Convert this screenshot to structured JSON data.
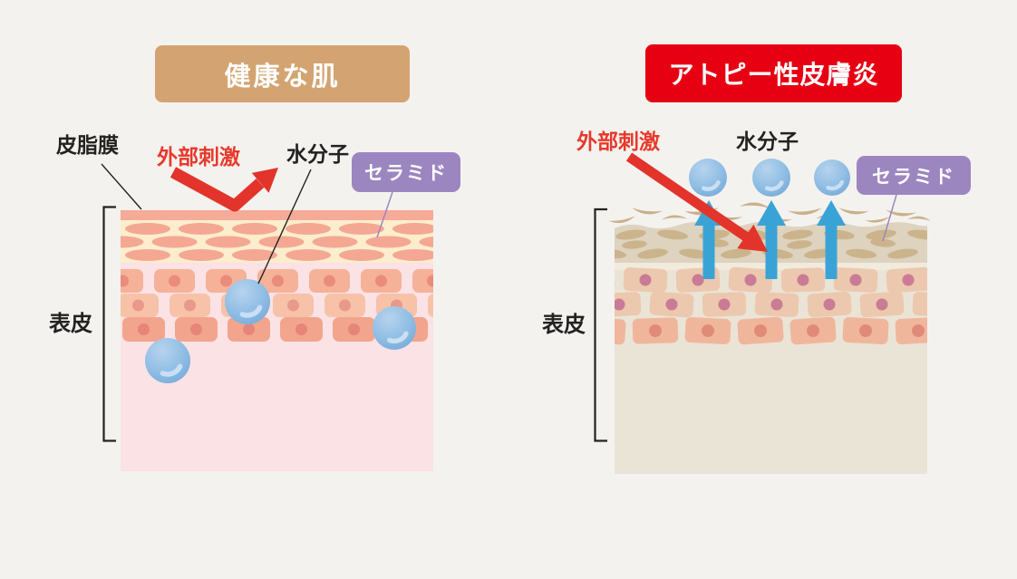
{
  "page": {
    "background": "#f4f2ef"
  },
  "colors": {
    "ink": "#222222",
    "label_red": "#e8392b",
    "arrow_red": "#e2342a",
    "healthy_header_bg": "#d3a471",
    "atopic_header_bg": "#e60012",
    "header_text": "#ffffff",
    "ceramide_badge_bg": "#9c86c0",
    "pointer_purple": "#9c86c0",
    "water_blue_light": "#b7d3ee",
    "water_blue_mid": "#93c0e5",
    "water_blue_deep": "#74a9d8",
    "water_highlight": "#c9dff4",
    "up_arrow_blue": "#3aa3d6",
    "healthy": {
      "sebum_film": "#f5ab97",
      "corneum_bg": "#fcedcd",
      "corneum_cell": "#f4a893",
      "epidermis_bg": "#fbe2e5",
      "cell_row1": "#f5b299",
      "dot_row1": "#ea8b7c",
      "cell_row2": "#f7c2a8",
      "dot_row2": "#e9998a",
      "cell_row3": "#f2a58c",
      "dot_row3": "#e6857a"
    },
    "atopic": {
      "corneum_bg": "#ded3bf",
      "flake": "#cbb48c",
      "flake_loose": "#c9b189",
      "gap_strip": "#f0ebdd",
      "epidermis_bg": "#eae4d7",
      "cell_row12": "#ecc8ae",
      "dot_row12": "#ca7b95",
      "cell_row3": "#f0b69c",
      "dot_row3": "#e08b77"
    }
  },
  "healthy_panel": {
    "title": "健康な肌",
    "sebum_label": "皮脂膜",
    "stimulus_label": "外部刺激",
    "water_label": "水分子",
    "ceramide_label": "セラミド",
    "epidermis_label": "表皮"
  },
  "atopic_panel": {
    "title": "アトピー性皮膚炎",
    "stimulus_label": "外部刺激",
    "water_label": "水分子",
    "ceramide_label": "セラミド",
    "epidermis_label": "表皮"
  }
}
